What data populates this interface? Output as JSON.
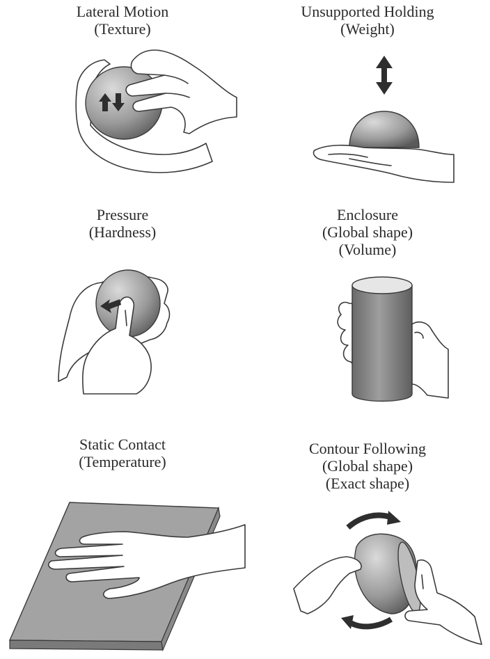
{
  "procedures": [
    {
      "name": "Lateral Motion",
      "properties": [
        "(Texture)"
      ]
    },
    {
      "name": "Unsupported Holding",
      "properties": [
        "(Weight)"
      ]
    },
    {
      "name": "Pressure",
      "properties": [
        "(Hardness)"
      ]
    },
    {
      "name": "Enclosure",
      "properties": [
        "(Global shape)",
        "(Volume)"
      ]
    },
    {
      "name": "Static Contact",
      "properties": [
        "(Temperature)"
      ]
    },
    {
      "name": "Contour Following",
      "properties": [
        "(Global shape)",
        "(Exact shape)"
      ]
    }
  ],
  "colors": {
    "text": "#2a2a2a",
    "object_dark": "#5a5a5a",
    "object_light": "#d4d4d4",
    "slab": "#9a9a9a",
    "arrow": "#3a3a3a"
  }
}
